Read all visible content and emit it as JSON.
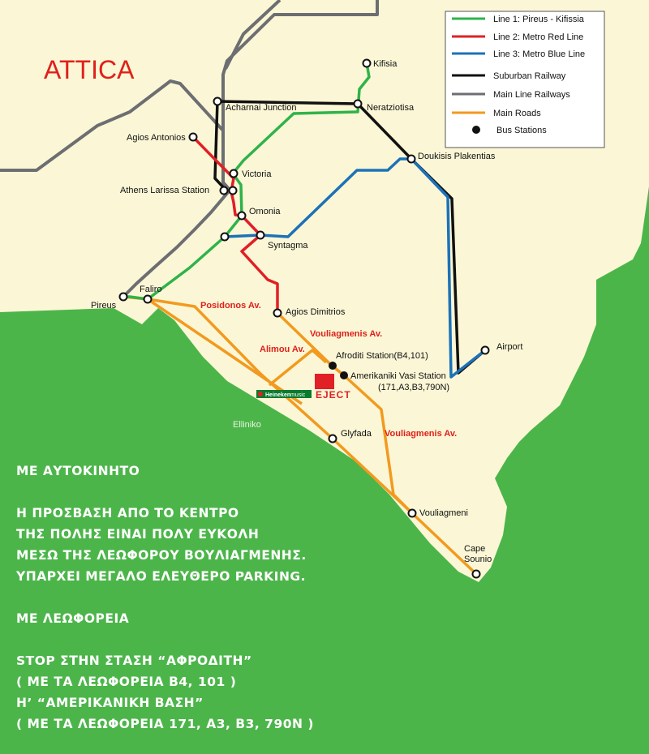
{
  "region_title": "ATTICA",
  "colors": {
    "land": "#fbf7d6",
    "sea": "#4cb54a",
    "line1": "#2fb34a",
    "line2": "#e11f26",
    "line3": "#1c72b8",
    "suburban": "#111111",
    "mainline": "#6d6e71",
    "roads": "#f29a1f",
    "bus": "#111111",
    "road_label": "#e0201b"
  },
  "legend": [
    {
      "key": "line1",
      "label": "Line 1: Pireus - Kifissia"
    },
    {
      "key": "line2",
      "label": "Line 2: Metro Red Line"
    },
    {
      "key": "line3",
      "label": "Line 3: Metro Blue Line"
    },
    {
      "key": "suburban",
      "label": "Suburban Railway"
    },
    {
      "key": "mainline",
      "label": "Main Line Railways"
    },
    {
      "key": "roads",
      "label": "Main Roads"
    },
    {
      "key": "bus",
      "label": "Bus Stations"
    }
  ],
  "stations": {
    "kifisia": "Kifisia",
    "neratziotisa": "Neratziotisa",
    "acharnai": "Acharnai Junction",
    "agios_antonios": "Agios Antonios",
    "victoria": "Victoria",
    "larissa": "Athens Larissa Station",
    "omonia": "Omonia",
    "syntagma": "Syntagma",
    "doukisis": "Doukisis Plakentias",
    "pireus": "Pireus",
    "faliro": "Faliro",
    "agios_dimitrios": "Agios Dimitrios",
    "airport": "Airport",
    "afroditi": "Afroditi Station(B4,101)",
    "amerikaniki": "Amerikaniki Vasi Station",
    "amerikaniki_buses": "(171,A3,B3,790N)",
    "glyfada": "Glyfada",
    "vouliagmeni": "Vouliagmeni",
    "cape_sounio_1": "Cape",
    "cape_sounio_2": "Sounio"
  },
  "roads": {
    "posidonos": "Posidonos Av.",
    "vouliagmenis_upper": "Vouliagmenis Av.",
    "alimou": "Alimou Av.",
    "vouliagmenis_lower": "Vouliagmenis Av."
  },
  "places": {
    "elliniko": "Elliniko"
  },
  "logos": {
    "heineken": "Heineken",
    "heineken_music": "music",
    "eject": "EJECT"
  },
  "info": {
    "car_heading": "ΜΕ ΑΥΤΟΚΙΝΗΤΟ",
    "car_lines": [
      "Η ΠΡΟΣΒΑΣΗ ΑΠΟ ΤΟ ΚΕΝΤΡΟ",
      "ΤΗΣ ΠΟΛΗΣ ΕΙΝΑΙ ΠΟΛΥ ΕΥΚΟΛΗ",
      "ΜΕΣΩ ΤΗΣ ΛΕΩΦΟΡΟΥ ΒΟΥΛΙΑΓΜΕΝΗΣ.",
      "ΥΠΑΡΧΕΙ ΜΕΓΑΛΟ ΕΛΕΥΘΕΡΟ PARKING."
    ],
    "bus_heading": "ΜΕ ΛΕΩΦΟΡΕΙΑ",
    "bus_lines": [
      "STOP ΣΤΗΝ ΣΤΑΣΗ “ΑΦΡΟΔΙΤΗ”",
      "( ΜΕ ΤΑ ΛΕΩΦΟΡΕΙΑ Β4, 101 )",
      "Η’ “ΑΜΕΡΙΚΑΝΙΚΗ ΒΑΣΗ”",
      "( ΜΕ ΤΑ ΛΕΩΦΟΡΕΙΑ 171, Α3, Β3, 790Ν )"
    ]
  }
}
